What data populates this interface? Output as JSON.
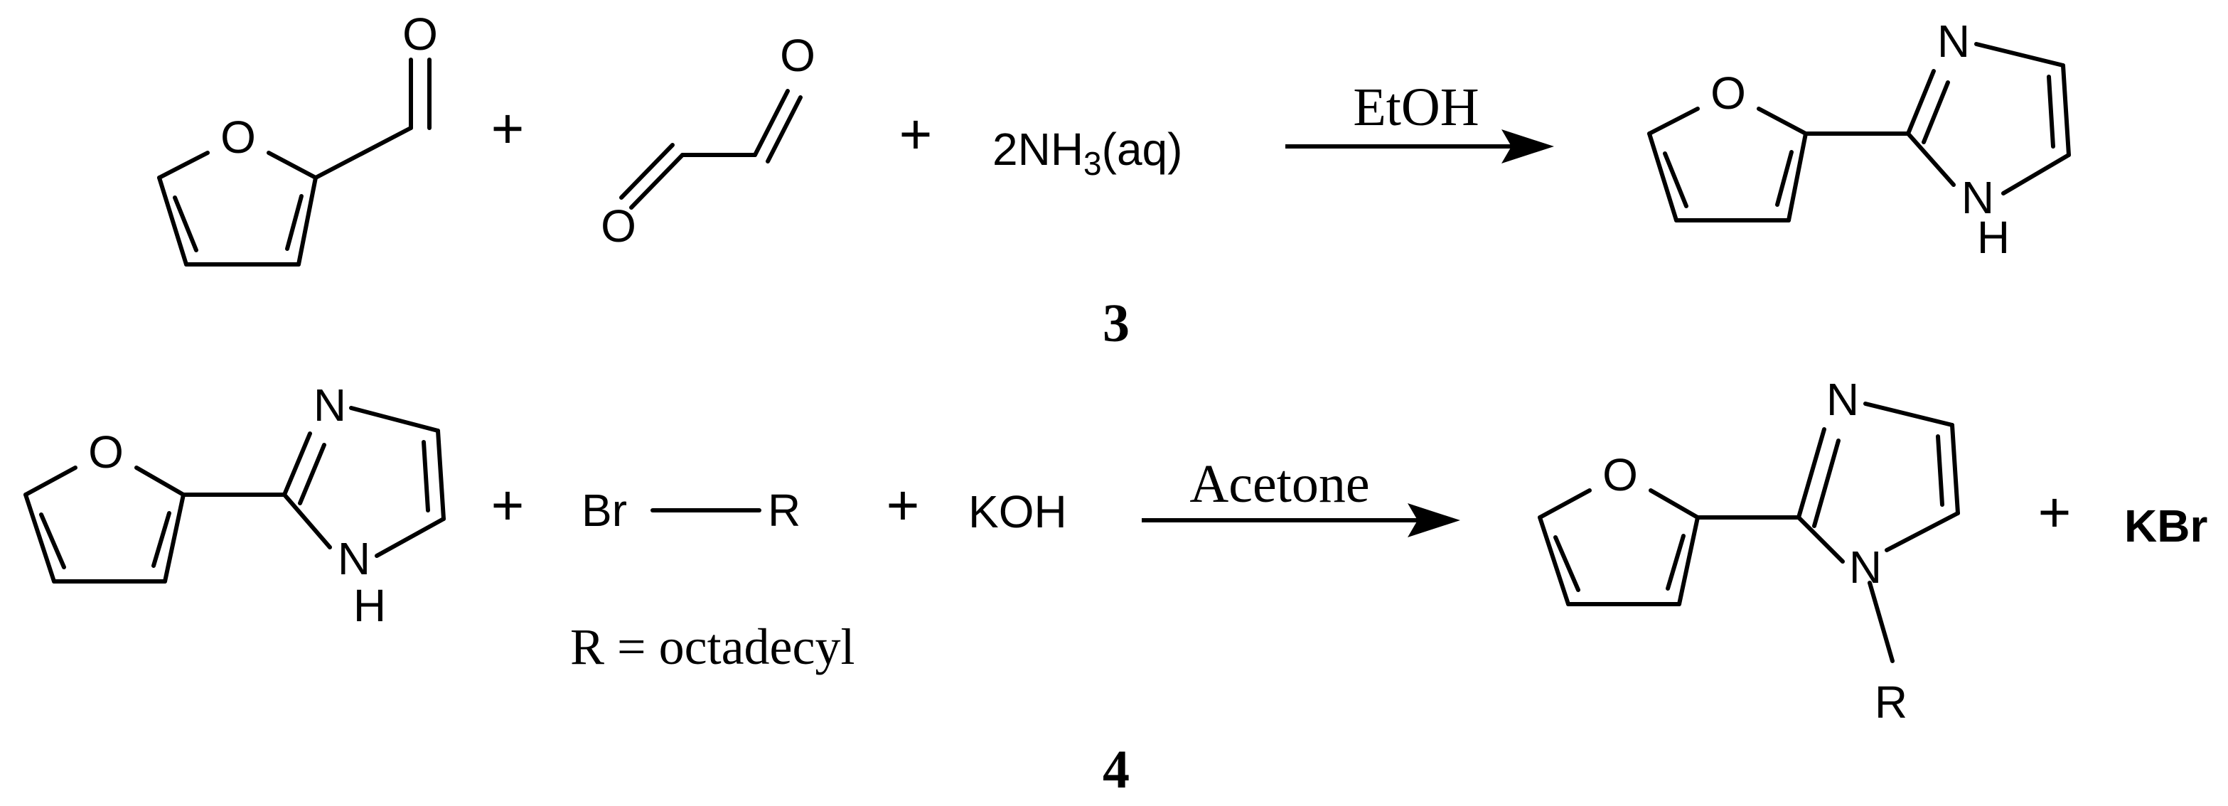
{
  "atoms": {
    "oxygen": "O",
    "nitrogen": "N",
    "hydrogen": "H",
    "r_group": "R"
  },
  "plus_sign": "+",
  "reaction1": {
    "ammonia": {
      "coefficient": "2",
      "formula": "NH",
      "subscript": "3",
      "state": "(aq)"
    },
    "condition": "EtOH",
    "compound_number": "3"
  },
  "reaction2": {
    "bromide": "Br",
    "base": "KOH",
    "r_definition": "R = octadecyl",
    "condition": "Acetone",
    "byproduct": "KBr",
    "compound_number": "4"
  }
}
